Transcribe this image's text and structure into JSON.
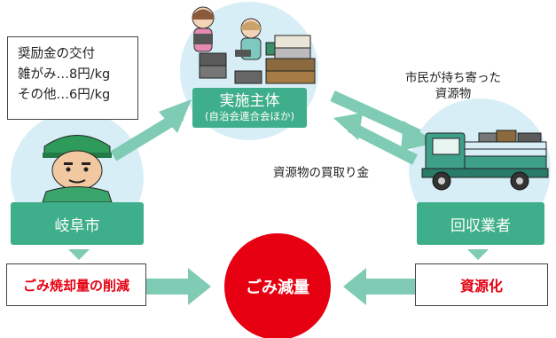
{
  "nodes": {
    "org": {
      "title": "実施主体",
      "subtitle": "(自治会連合会ほか)"
    },
    "city": {
      "title": "岐阜市"
    },
    "collector": {
      "title": "回収業者"
    },
    "center": {
      "title": "ごみ減量"
    }
  },
  "subsidy": {
    "title": "奨励金の交付",
    "line1": "雑がみ…8円/kg",
    "line2": "その他…6円/kg"
  },
  "flows": {
    "citizens": "市民が持ち寄った\n資源物",
    "payment": "資源物の買取り金"
  },
  "outcomes": {
    "city": "ごみ焼却量の削減",
    "collector": "資源化"
  },
  "colors": {
    "green": "#3fae8a",
    "arrow": "#7fcbb3",
    "red": "#e60012",
    "circle_bg": "#d8eef6"
  }
}
